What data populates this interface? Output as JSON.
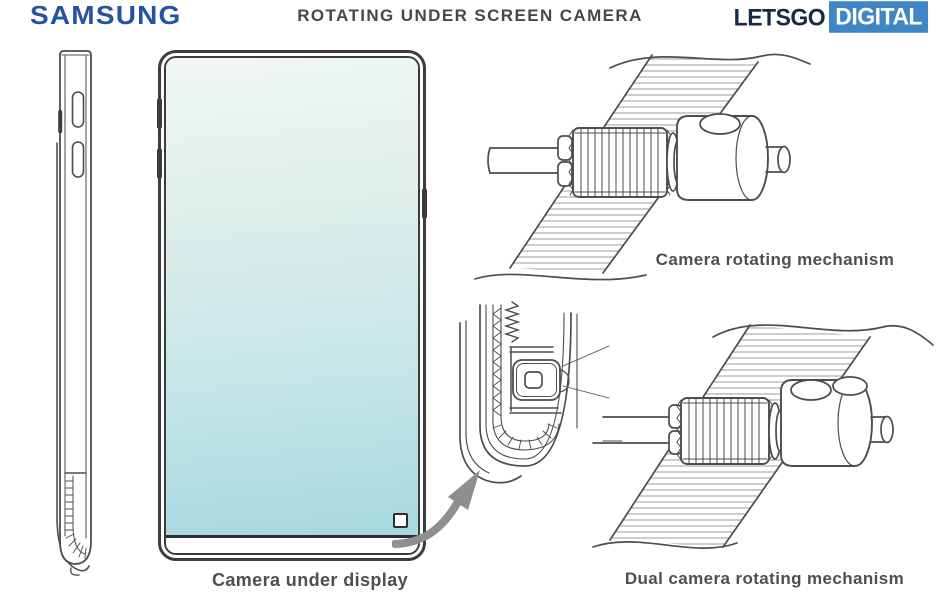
{
  "header": {
    "samsung_logo": "SAMSUNG",
    "title": "ROTATING UNDER SCREEN CAMERA",
    "letsgo_logo": {
      "first": "LETSGO",
      "second": "DIGITAL"
    }
  },
  "captions": {
    "front_view": "Camera under display",
    "single_mechanism": "Camera rotating mechanism",
    "dual_mechanism": "Dual camera rotating mechanism"
  },
  "figures": {
    "side_view": "phone side profile line drawing",
    "front_view": "borderless phone front with under-display camera marker",
    "detail_view": "cross-section of rotating camera inside curved display edge",
    "single_mechanism": "gear with single-lens rotating camera module on flexible display band",
    "dual_mechanism": "gear with dual-lens rotating camera module on flexible display band",
    "arrow": "curved arrow from camera marker to detail view"
  },
  "style": {
    "samsung_blue": "#2353a2",
    "letsgo_navy": "#182943",
    "digital_bg": "#3e86c6",
    "line_color": "#4d4d4d",
    "caption_color": "#4f4f4f",
    "screen_gradient_top": "#f1f7f3",
    "screen_gradient_bottom": "#a7d8de",
    "arrow_gray": "#8f8f8f"
  }
}
